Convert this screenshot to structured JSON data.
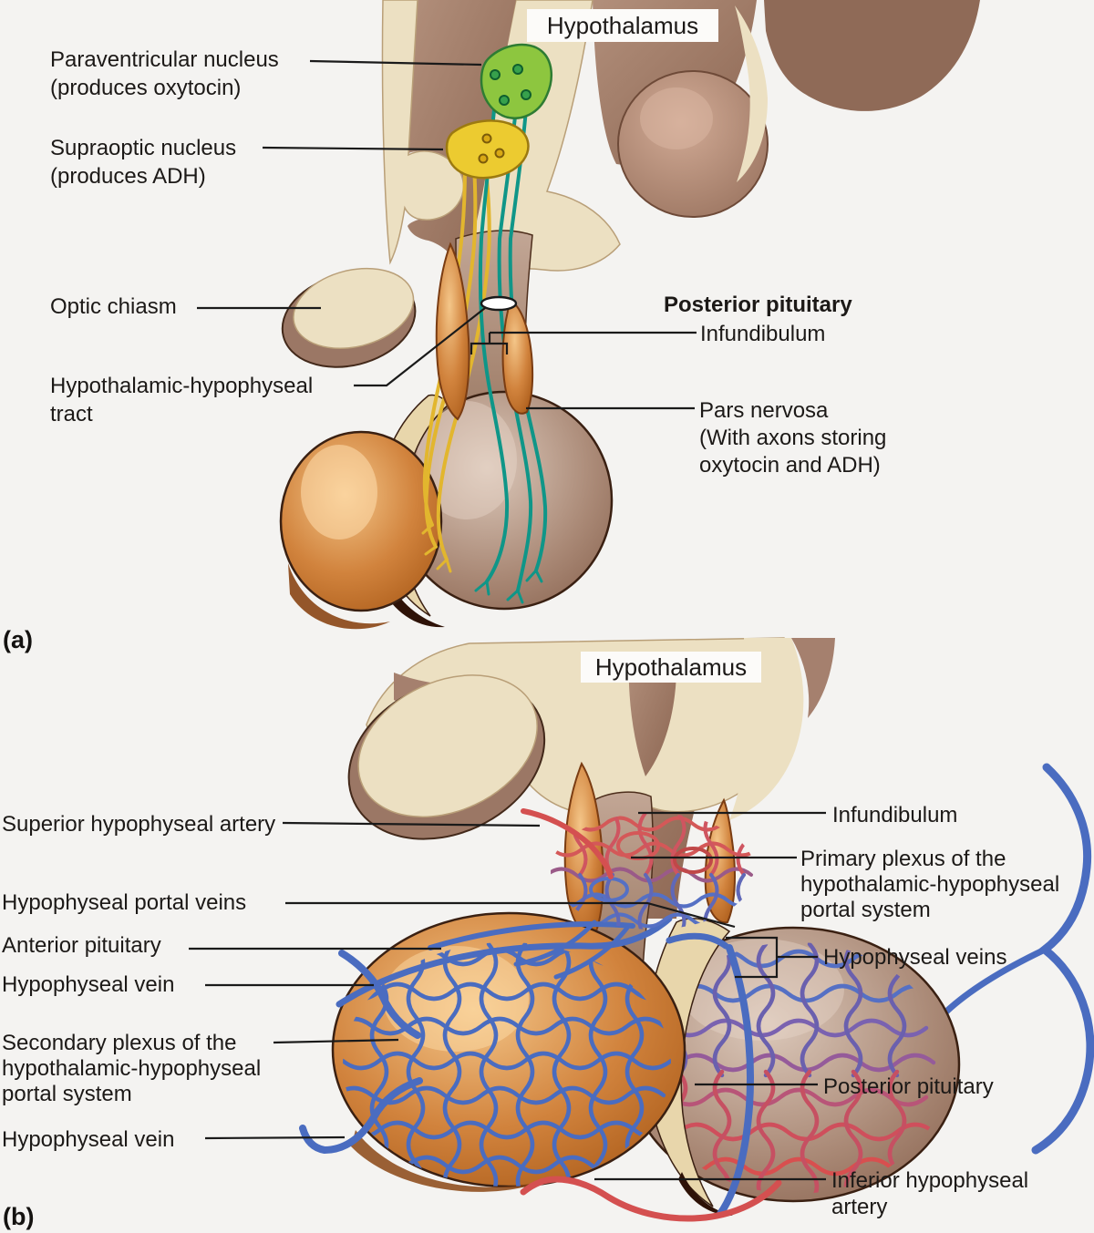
{
  "figure": {
    "panel_a": {
      "letter": "(a)",
      "title_box": "Hypothalamus",
      "labels": {
        "paraventricular_nucleus": {
          "lines": [
            "Paraventricular nucleus",
            "(produces oxytocin)"
          ]
        },
        "supraoptic_nucleus": {
          "lines": [
            "Supraoptic nucleus",
            "(produces ADH)"
          ]
        },
        "optic_chiasm": {
          "text": "Optic chiasm"
        },
        "hypothalamic_hypophyseal_tract": {
          "lines": [
            "Hypothalamic-hypophyseal",
            "tract"
          ]
        },
        "posterior_pituitary": {
          "text": "Posterior pituitary"
        },
        "infundibulum": {
          "text": "Infundibulum"
        },
        "pars_nervosa": {
          "lines": [
            "Pars nervosa",
            "(With axons storing",
            "oxytocin and ADH)"
          ]
        }
      }
    },
    "panel_b": {
      "letter": "(b)",
      "title_box": "Hypothalamus",
      "labels": {
        "superior_hypophyseal_artery": {
          "text": "Superior hypophyseal artery"
        },
        "hypophyseal_portal_veins": {
          "text": "Hypophyseal portal veins"
        },
        "anterior_pituitary": {
          "text": "Anterior pituitary"
        },
        "hypophyseal_vein_upper": {
          "text": "Hypophyseal vein"
        },
        "secondary_plexus": {
          "lines": [
            "Secondary plexus of the",
            "hypothalamic-hypophyseal",
            "portal system"
          ]
        },
        "hypophyseal_vein_lower": {
          "text": "Hypophyseal vein"
        },
        "infundibulum": {
          "text": "Infundibulum"
        },
        "primary_plexus": {
          "lines": [
            "Primary plexus of the",
            "hypothalamic-hypophyseal",
            "portal system"
          ]
        },
        "hypophyseal_veins": {
          "text": "Hypophyseal veins"
        },
        "posterior_pituitary": {
          "text": "Posterior pituitary"
        },
        "inferior_hypophyseal_artery": {
          "lines": [
            "Inferior hypophyseal",
            "artery"
          ]
        }
      }
    },
    "colors": {
      "artery_red": "#d45050",
      "vein_blue": "#4a6cc0",
      "oxytocin_fiber_teal": "#0f9688",
      "adh_fiber_yellow": "#e2b62e",
      "paraventricular_green": "#8dc63f",
      "supraoptic_yellow": "#eccb30",
      "anterior_lobe_orange": "#d08343",
      "posterior_lobe_brown": "#a98876",
      "bone_cream": "#ece0c2",
      "brain_brown": "#a5806e",
      "label_ink": "#1c1917",
      "background": "#f4f3f1"
    }
  }
}
